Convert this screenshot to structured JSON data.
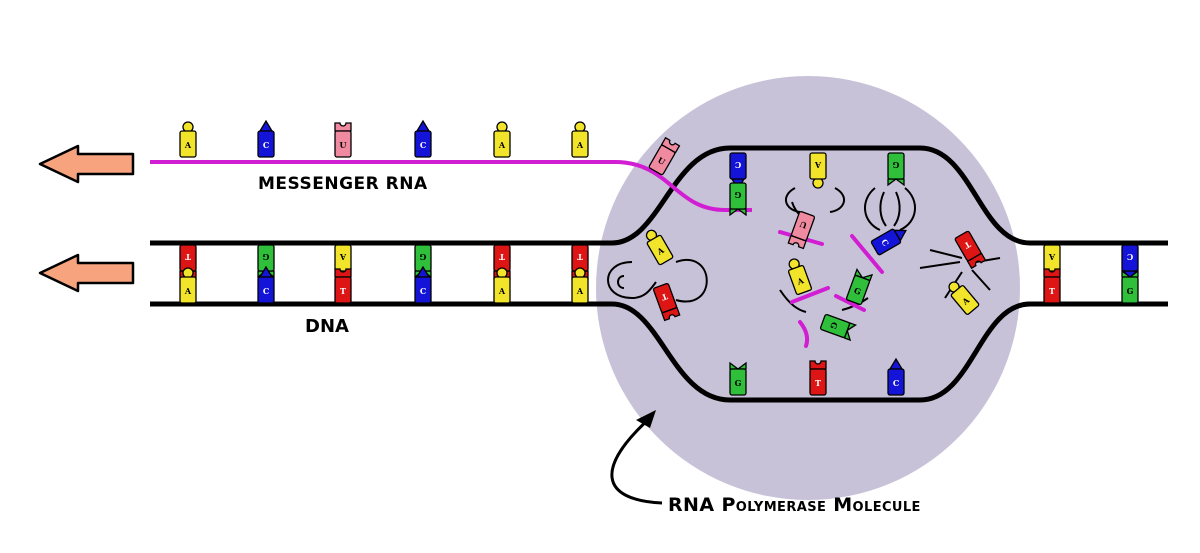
{
  "labels": {
    "mrna": "MESSENGER RNA",
    "dna": "DNA",
    "polymerase": "RNA Polymerase Molecule"
  },
  "colors": {
    "A": "#f2e42a",
    "C": "#1414d8",
    "G": "#2fbf3a",
    "T": "#dd1515",
    "U": "#f08aa0",
    "rna_strand": "#d21ed2",
    "polymerase": "#c8c2d8",
    "arrow": "#f7a47e"
  },
  "bases": {
    "mrna": [
      "A",
      "C",
      "U",
      "C",
      "A",
      "A"
    ],
    "dna_top": [
      "T",
      "G",
      "A",
      "G",
      "T",
      "T"
    ],
    "dna_bottom": [
      "A",
      "C",
      "T",
      "C",
      "A",
      "A"
    ],
    "right_top": [
      "A",
      "C"
    ],
    "right_bottom": [
      "T",
      "G"
    ],
    "bubble_top": [
      "C",
      "A",
      "G"
    ],
    "bubble_bottom": [
      "G",
      "T",
      "C"
    ],
    "nascent_rna": [
      "U",
      "G"
    ],
    "free_nucleotides": [
      "U",
      "A",
      "G",
      "C",
      "T",
      "T",
      "A",
      "G",
      "A"
    ]
  }
}
